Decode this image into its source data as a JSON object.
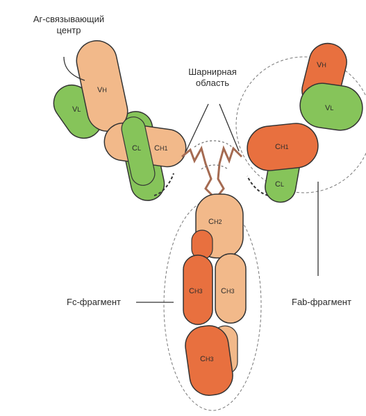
{
  "labels": {
    "antigen_site": "Аг-связывающий центр",
    "antigen_site_line1": "Аг-связывающий",
    "antigen_site_line2": "центр",
    "hinge_line1": "Шарнирная",
    "hinge_line2": "область",
    "fc_fragment": "Fc-фрагмент",
    "fab_fragment": "Fab-фрагмент"
  },
  "domains": {
    "vh": "V",
    "vh_sub": "H",
    "vl": "V",
    "vl_sub": "L",
    "cl": "C",
    "cl_sub": "L",
    "ch1": "C",
    "ch1_sub": "H1",
    "ch2": "C",
    "ch2_sub": "H2",
    "ch3": "C",
    "ch3_sub": "H3"
  },
  "colors": {
    "heavy_chain_light_tone": "#f2b98a",
    "heavy_chain_dark_tone": "#e8703f",
    "light_chain": "#86c45a",
    "outline": "#333333",
    "circle": "#777777"
  }
}
